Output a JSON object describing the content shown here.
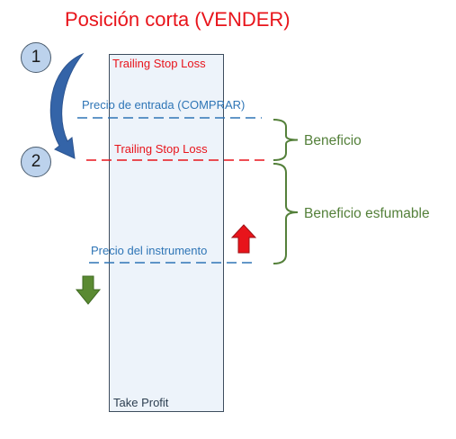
{
  "title": "Posición corta (VENDER)",
  "steps": [
    "1",
    "2"
  ],
  "box": {
    "trailing_stop_top": "Trailing Stop Loss",
    "take_profit": "Take Profit"
  },
  "lines": {
    "entry_price": "Precio de entrada (COMPRAR)",
    "trailing_stop_moved": "Trailing Stop Loss",
    "instrument_price": "Precio del instrumento"
  },
  "brackets": {
    "profit": "Beneficio",
    "vanishing_profit": "Beneficio esfumable"
  },
  "colors": {
    "title": "#e8141b",
    "trailing_stop": "#e8141b",
    "price_lines": "#2e75b6",
    "brackets": "#54803a",
    "curved_arrow": "#3464a8",
    "up_arrow": "#e8141b",
    "down_arrow": "#5a8a32"
  },
  "icons": {
    "curved_arrow": "curved-arrow-icon",
    "up_arrow": "up-arrow-icon",
    "down_arrow": "down-arrow-icon"
  }
}
